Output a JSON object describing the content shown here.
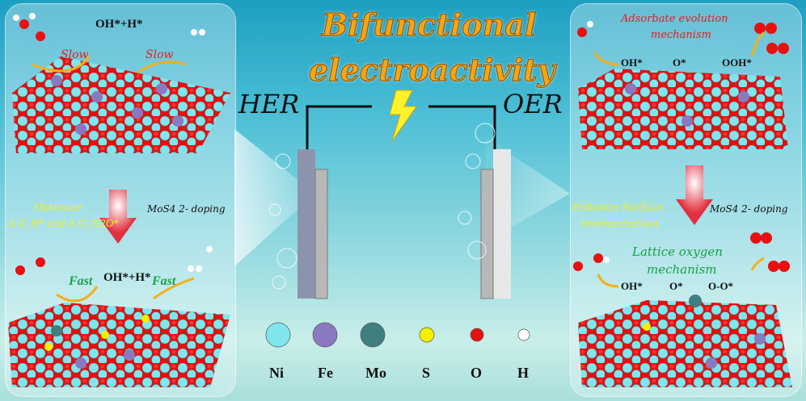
{
  "title": {
    "line1": "Bifunctional",
    "line2": "electroactivity"
  },
  "electrodes": {
    "left": "HER",
    "right": "OER"
  },
  "left_panel": {
    "top": {
      "product": "OH*+H*",
      "slow1": "Slow",
      "slow2": "Slow"
    },
    "optimize": "Optimize",
    "delta_g": "Δ G_H* and Δ G_H2O*",
    "doping": "MoS4 2- doping",
    "bottom": {
      "product": "OH*+H*",
      "fast1": "Fast",
      "fast2": "Fast"
    }
  },
  "right_panel": {
    "mechanism1": {
      "line1": "Adsorbate evolution",
      "line2": "mechanism"
    },
    "steps1": [
      "OH*",
      "O*",
      "OOH*"
    ],
    "enhance": {
      "line1": "Enhance Surface",
      "line2": "reconstruction"
    },
    "doping": "MoS4 2- doping",
    "mechanism2": {
      "line1": "Lattice oxygen",
      "line2": "mechanism"
    },
    "steps2": [
      "OH*",
      "O*",
      "O-O*"
    ]
  },
  "legend": [
    {
      "label": "Ni",
      "color": "#7fe6ee"
    },
    {
      "label": "Fe",
      "color": "#8a78c0"
    },
    {
      "label": "Mo",
      "color": "#3f7f80"
    },
    {
      "label": "S",
      "color": "#f3f000"
    },
    {
      "label": "O",
      "color": "#e81010"
    },
    {
      "label": "H",
      "color": "#ffffff"
    }
  ]
}
